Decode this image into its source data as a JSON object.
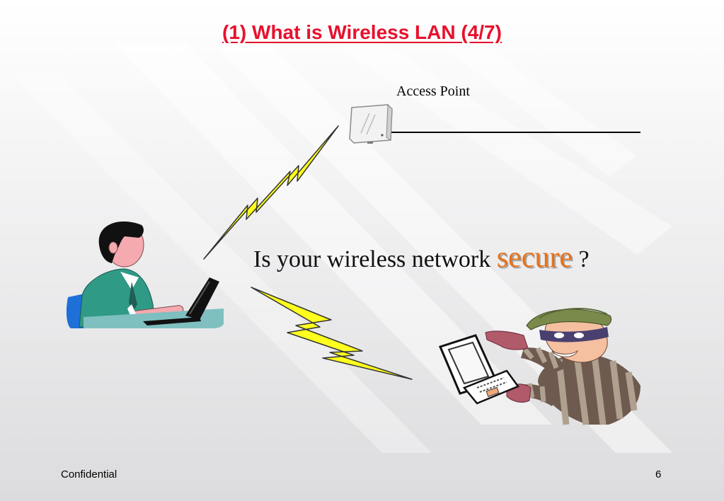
{
  "slide": {
    "title": "(1) What is Wireless LAN  (4/7)",
    "access_point_label": "Access Point",
    "question_prefix": "Is your wireless network",
    "question_emphasis": "secure",
    "question_suffix": "?",
    "footer_left": "Confidential",
    "page_number": "6"
  },
  "colors": {
    "title": "#e8102c",
    "emphasis": "#e8721a",
    "lightning": "#ffff1e",
    "shirt": "#2f9a86",
    "desk": "#7fbfbf"
  },
  "icons": [
    "access-point-icon",
    "lightning-bolt-icon",
    "user-at-laptop-icon",
    "thief-with-laptop-icon"
  ]
}
